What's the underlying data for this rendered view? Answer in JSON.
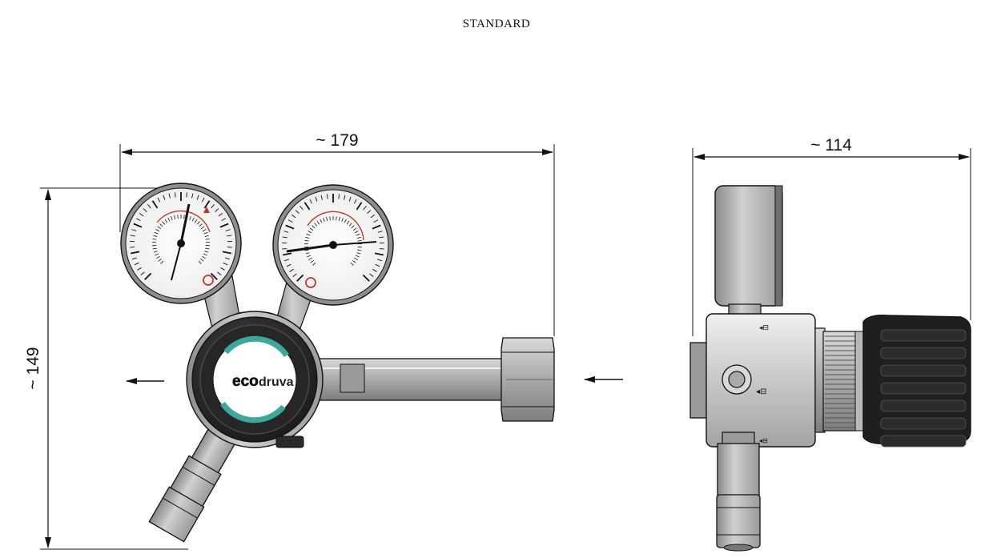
{
  "title": "STANDARD",
  "dimensions": {
    "front_width": "~ 179",
    "front_height": "~ 149",
    "side_width": "~ 114"
  },
  "logo": {
    "text_eco": "eco",
    "text_druva": "druva"
  },
  "icons": [
    "outlet-arrow-icon",
    "inlet-arrow-icon",
    "regulator-front-view",
    "regulator-side-view"
  ],
  "colors": {
    "line": "#111111",
    "knob": "#2a2a2a",
    "teal": "#3aa89a",
    "metal": "#b8b8b8",
    "gauge_red": "#c0392b"
  }
}
